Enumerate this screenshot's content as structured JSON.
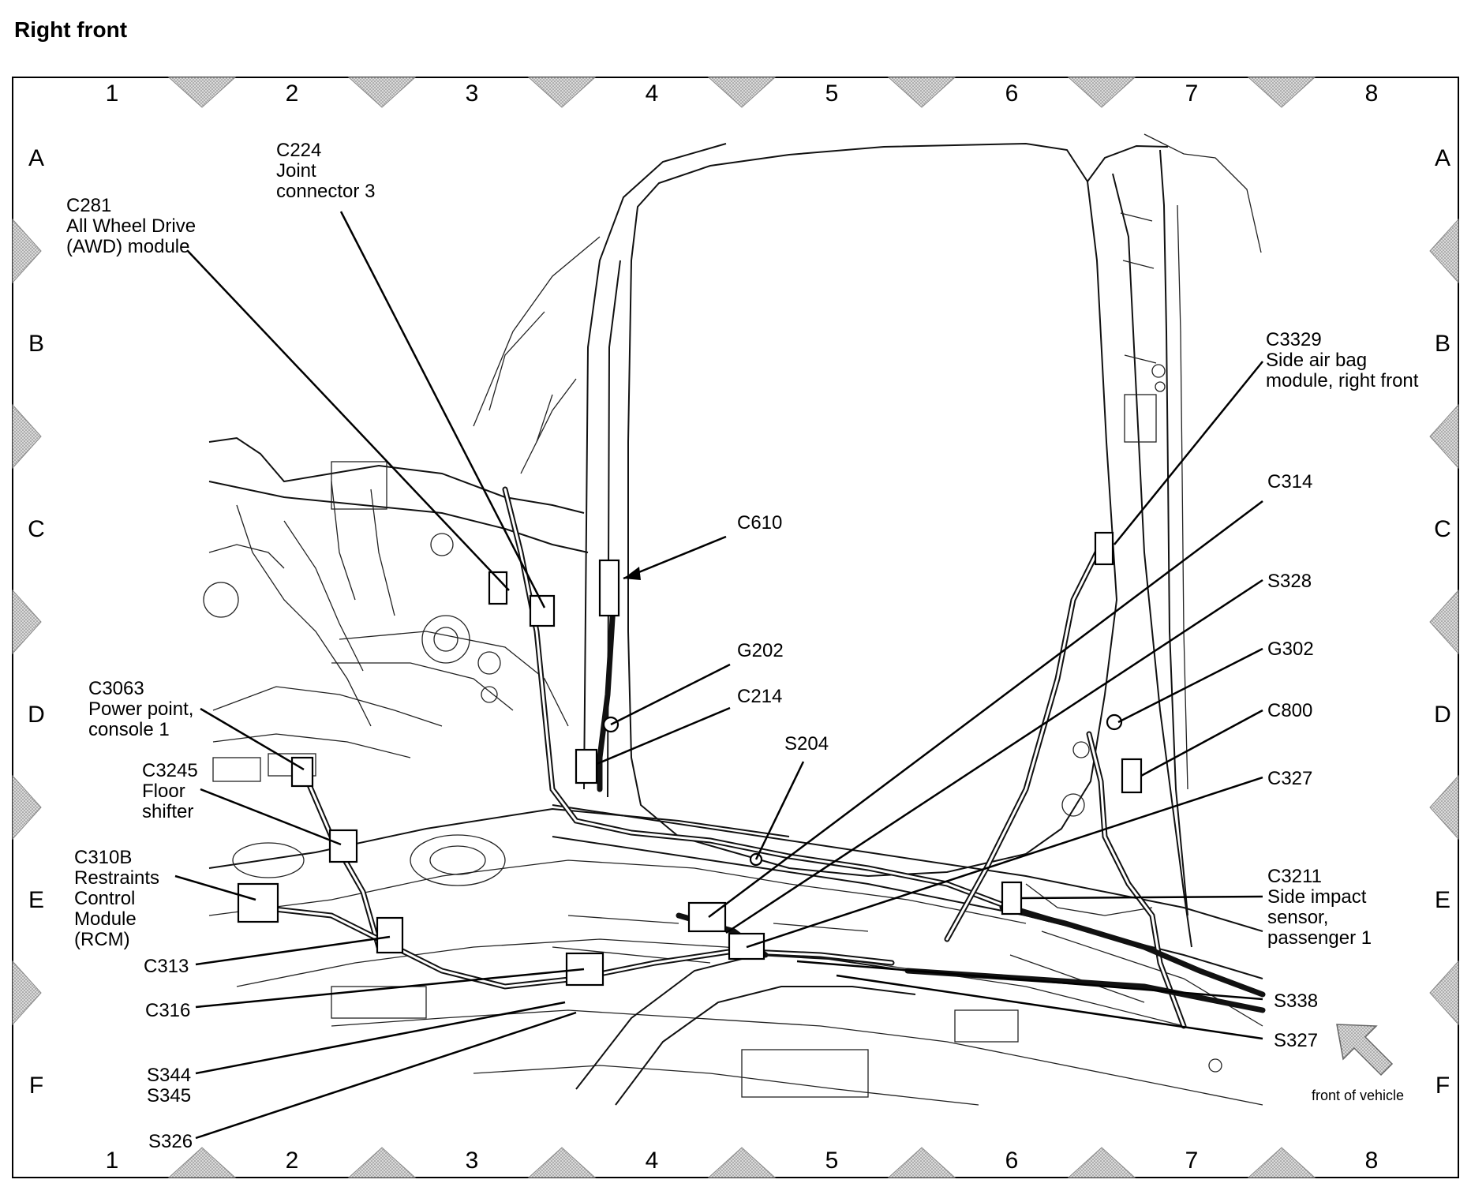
{
  "title": "Right front",
  "grid": {
    "columns": [
      "1",
      "2",
      "3",
      "4",
      "5",
      "6",
      "7",
      "8"
    ],
    "rows": [
      "A",
      "B",
      "C",
      "D",
      "E",
      "F"
    ]
  },
  "callouts": [
    {
      "id": "c281",
      "lines": [
        "C281",
        "All Wheel Drive",
        "(AWD) module"
      ]
    },
    {
      "id": "c224",
      "lines": [
        "C224",
        "Joint",
        "connector 3"
      ]
    },
    {
      "id": "c3329",
      "lines": [
        "C3329",
        "Side air bag",
        "module, right front"
      ]
    },
    {
      "id": "c314",
      "lines": [
        "C314"
      ]
    },
    {
      "id": "c610",
      "lines": [
        "C610"
      ]
    },
    {
      "id": "s328",
      "lines": [
        "S328"
      ]
    },
    {
      "id": "g202",
      "lines": [
        "G202"
      ]
    },
    {
      "id": "g302",
      "lines": [
        "G302"
      ]
    },
    {
      "id": "c214",
      "lines": [
        "C214"
      ]
    },
    {
      "id": "c3063",
      "lines": [
        "C3063",
        "Power point,",
        "console 1"
      ]
    },
    {
      "id": "c800",
      "lines": [
        "C800"
      ]
    },
    {
      "id": "s204",
      "lines": [
        "S204"
      ]
    },
    {
      "id": "c3245",
      "lines": [
        "C3245",
        "Floor",
        "shifter"
      ]
    },
    {
      "id": "c327",
      "lines": [
        "C327"
      ]
    },
    {
      "id": "c310b",
      "lines": [
        "C310B",
        "Restraints",
        "Control",
        "Module",
        "(RCM)"
      ]
    },
    {
      "id": "c3211",
      "lines": [
        "C3211",
        "Side impact",
        "sensor,",
        "passenger 1"
      ]
    },
    {
      "id": "c313",
      "lines": [
        "C313"
      ]
    },
    {
      "id": "c316",
      "lines": [
        "C316"
      ]
    },
    {
      "id": "s338",
      "lines": [
        "S338"
      ]
    },
    {
      "id": "s327",
      "lines": [
        "S327"
      ]
    },
    {
      "id": "s344",
      "lines": [
        "S344",
        "S345"
      ]
    },
    {
      "id": "s326",
      "lines": [
        "S326"
      ]
    }
  ],
  "front_indicator": {
    "label": "front of vehicle"
  }
}
